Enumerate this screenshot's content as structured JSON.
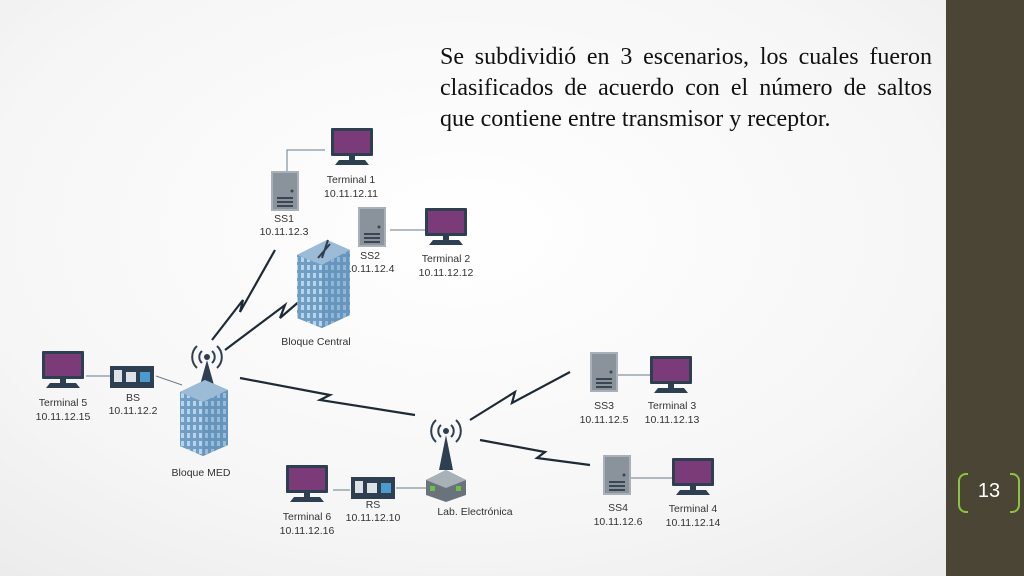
{
  "slide": {
    "paragraph": "Se subdividió en 3 escenarios, los cuales fueron clasificados de acuerdo con el número de saltos que contiene entre transmisor y receptor.",
    "page_number": "13"
  },
  "colors": {
    "sidebar": "#4a4534",
    "accent": "#8dc33f",
    "monitor_screen": "#7a3b78",
    "device": "#2f3f52",
    "building": "#6f9dc4"
  },
  "diagram": {
    "terminals": [
      {
        "id": "t1",
        "name": "Terminal 1",
        "ip": "10.11.12.11"
      },
      {
        "id": "t2",
        "name": "Terminal 2",
        "ip": "10.11.12.12"
      },
      {
        "id": "t3",
        "name": "Terminal 3",
        "ip": "10.11.12.13"
      },
      {
        "id": "t4",
        "name": "Terminal 4",
        "ip": "10.11.12.14"
      },
      {
        "id": "t5",
        "name": "Terminal 5",
        "ip": "10.11.12.15"
      },
      {
        "id": "t6",
        "name": "Terminal 6",
        "ip": "10.11.12.16"
      }
    ],
    "stations": [
      {
        "id": "ss1",
        "name": "SS1",
        "ip": "10.11.12.3"
      },
      {
        "id": "ss2",
        "name": "SS2",
        "ip": "10.11.12.4"
      },
      {
        "id": "ss3",
        "name": "SS3",
        "ip": "10.11.12.5"
      },
      {
        "id": "ss4",
        "name": "SS4",
        "ip": "10.11.12.6"
      },
      {
        "id": "bs",
        "name": "BS",
        "ip": "10.11.12.2"
      },
      {
        "id": "rs",
        "name": "RS",
        "ip": "10.11.12.10"
      }
    ],
    "buildings": {
      "central": "Bloque Central",
      "med": "Bloque MED",
      "lab": "Lab. Electrónica"
    }
  }
}
